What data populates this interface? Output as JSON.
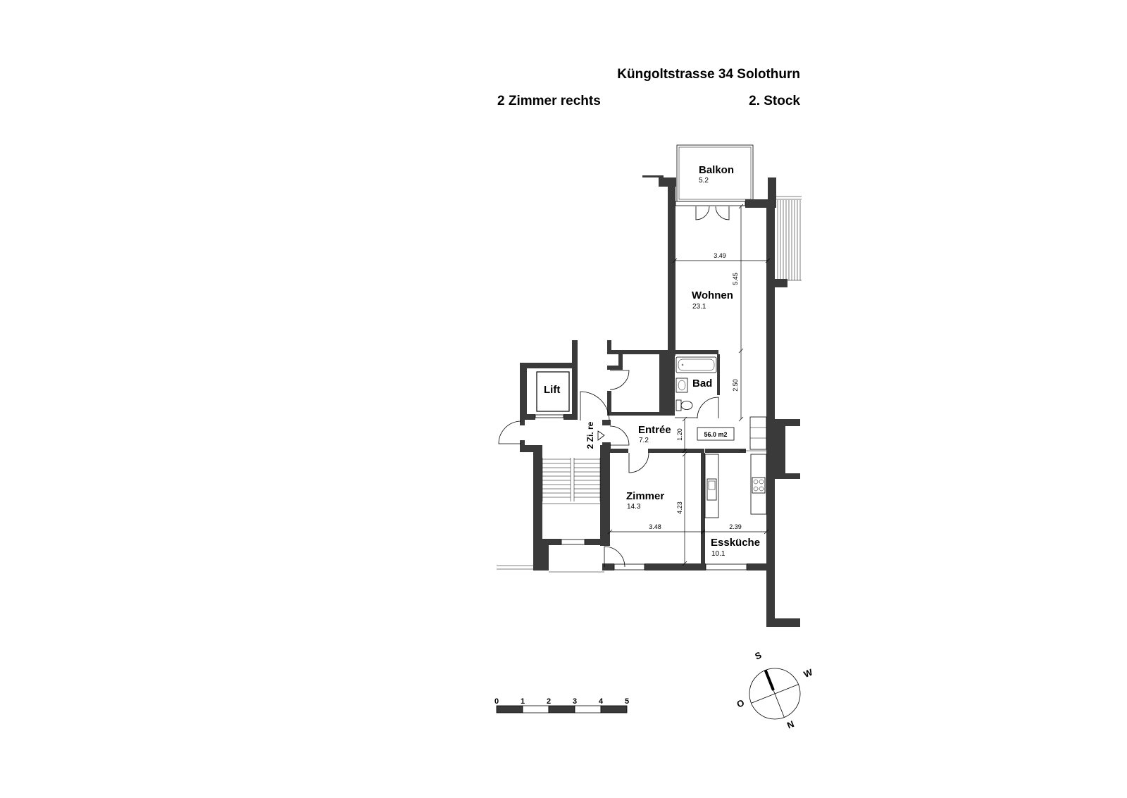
{
  "header": {
    "address": "Küngoltstrasse 34 Solothurn",
    "unit": "2 Zimmer rechts",
    "floor": "2. Stock"
  },
  "rooms": {
    "balkon": {
      "name": "Balkon",
      "area": "5.2"
    },
    "wohnen": {
      "name": "Wohnen",
      "area": "23.1"
    },
    "bad": {
      "name": "Bad"
    },
    "lift": {
      "name": "Lift"
    },
    "entree": {
      "name": "Entrée",
      "area": "7.2"
    },
    "zimmer": {
      "name": "Zimmer",
      "area": "14.3"
    },
    "esskueche": {
      "name": "Essküche",
      "area": "10.1"
    }
  },
  "total_area": "56.0 m2",
  "entrance_label": "2 Zi. re",
  "dimensions": {
    "wohnen_width": "3.49",
    "wohnen_length": "5.45",
    "bad_length": "2.50",
    "entree_width": "1.20",
    "zimmer_length": "4.23",
    "zimmer_width": "3.48",
    "esskueche_width": "2.39"
  },
  "scale_bar": {
    "labels": [
      "0",
      "1",
      "2",
      "3",
      "4",
      "5"
    ]
  },
  "compass": {
    "s": "S",
    "w": "W",
    "o": "O",
    "n": "N"
  },
  "colors": {
    "wall": "#3a3a3a",
    "line": "#000000"
  }
}
